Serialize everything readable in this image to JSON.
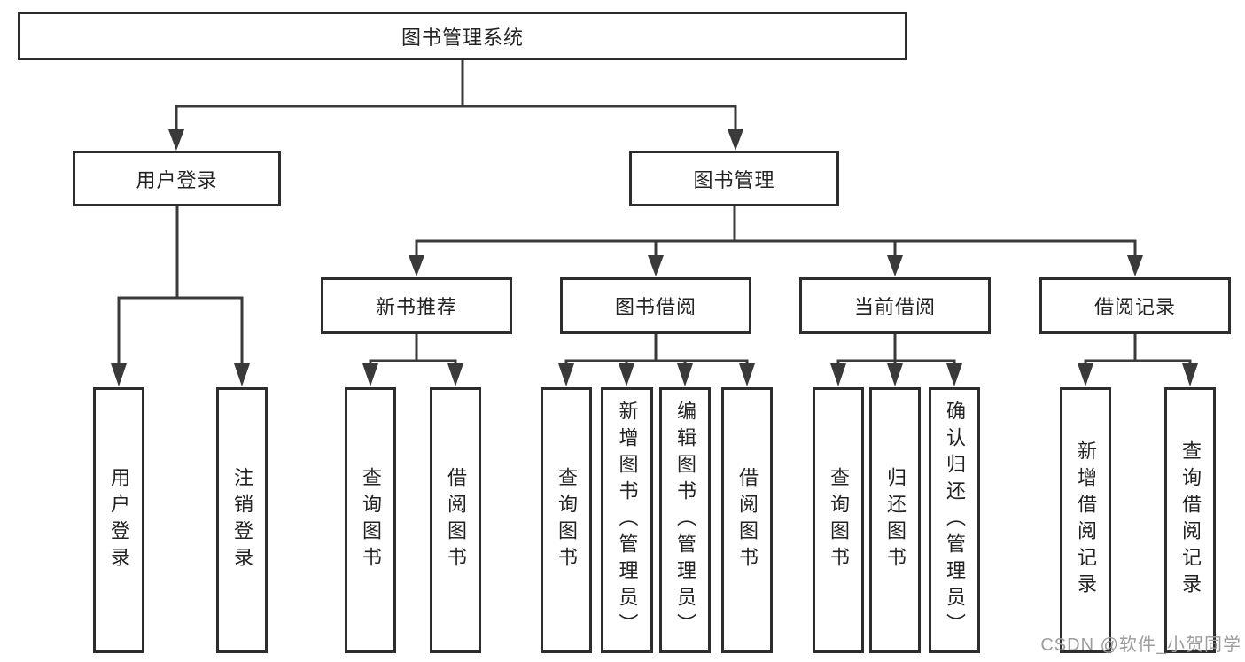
{
  "tree": {
    "root": {
      "label": "图书管理系统",
      "children": [
        {
          "label": "用户登录",
          "children": [
            {
              "label": "用户登录"
            },
            {
              "label": "注销登录"
            }
          ]
        },
        {
          "label": "图书管理",
          "children": [
            {
              "label": "新书推荐",
              "children": [
                {
                  "label": "查询图书"
                },
                {
                  "label": "借阅图书"
                }
              ]
            },
            {
              "label": "图书借阅",
              "children": [
                {
                  "label": "查询图书"
                },
                {
                  "label": "新增图书（管理员）"
                },
                {
                  "label": "编辑图书（管理员）"
                },
                {
                  "label": "借阅图书"
                }
              ]
            },
            {
              "label": "当前借阅",
              "children": [
                {
                  "label": "查询图书"
                },
                {
                  "label": "归还图书"
                },
                {
                  "label": "确认归还（管理员）"
                }
              ]
            },
            {
              "label": "借阅记录",
              "children": [
                {
                  "label": "新增借阅记录"
                },
                {
                  "label": "查询借阅记录"
                }
              ]
            }
          ]
        }
      ]
    }
  },
  "watermark": {
    "text": "CSDN @软件_小贺同学"
  },
  "colors": {
    "line": "#3a3a3a",
    "box_border": "#2d2d2d",
    "text": "#222222",
    "watermark": "#9c9c9c",
    "background": "#ffffff"
  }
}
